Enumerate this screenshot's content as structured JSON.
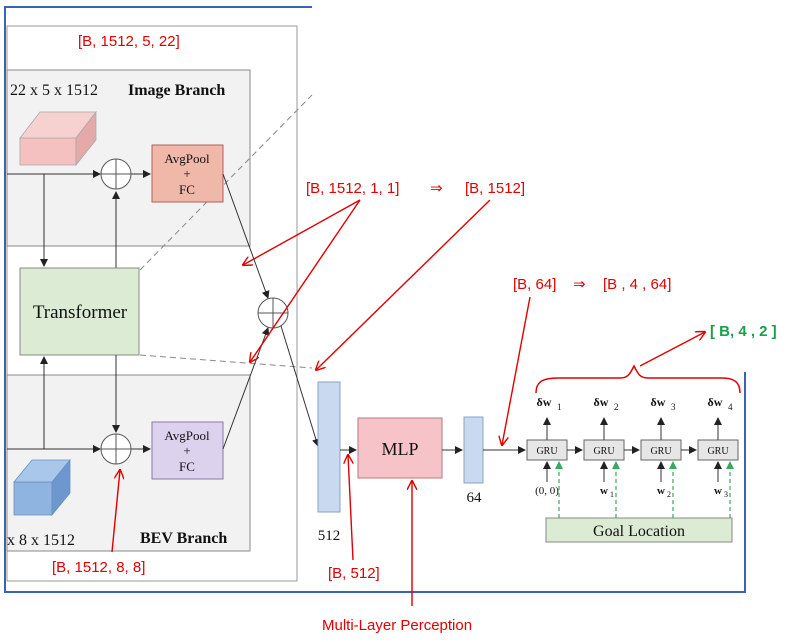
{
  "image_branch": {
    "title": "Image Branch",
    "feature_dims": "22 x 5 x 1512",
    "avgpool_label": "AvgPool",
    "plus_label": "+",
    "fc_label": "FC"
  },
  "bev_branch": {
    "title": "BEV Branch",
    "feature_dims": "x 8 x 1512",
    "avgpool_label": "AvgPool",
    "plus_label": "+",
    "fc_label": "FC"
  },
  "transformer": {
    "label": "Transformer"
  },
  "mlp": {
    "label": "MLP"
  },
  "dims": {
    "vec512": "512",
    "vec64": "64"
  },
  "gru": {
    "cells": [
      {
        "label": "GRU",
        "output": "δw",
        "output_sub": "1",
        "input": "(0, 0)",
        "input_sub": ""
      },
      {
        "label": "GRU",
        "output": "δw",
        "output_sub": "2",
        "input": "w",
        "input_sub": "1"
      },
      {
        "label": "GRU",
        "output": "δw",
        "output_sub": "3",
        "input": "w",
        "input_sub": "2"
      },
      {
        "label": "GRU",
        "output": "δw",
        "output_sub": "4",
        "input": "w",
        "input_sub": "3"
      }
    ]
  },
  "goal_location": {
    "label": "Goal Location"
  },
  "annotations": {
    "image_shape": "[B, 1512, 5, 22]",
    "pooled_shape": "[B, 1512, 1, 1]",
    "arrow_symbol": "⇒",
    "flat_shape": "[B, 1512]",
    "hidden_shape": "[B, 64]",
    "gru_shape": "[B , 4 , 64]",
    "output_shape": "[ B, 4 , 2 ]",
    "bev_shape": "[B, 1512, 8, 8]",
    "concat_shape": "[B, 512]",
    "mlp_caption": "Multi-Layer Perception"
  },
  "colors": {
    "annotation_red": "#e00000",
    "output_green": "#16a04a",
    "frame_blue": "#3a63b4",
    "image_feature": "#f4c0c0",
    "bev_feature": "#8fb4e0",
    "avgpool_image": "#f0b8a8",
    "avgpool_bev": "#ddd2ee",
    "transformer": "#dcebd4",
    "mlp": "#f6c4c8",
    "vector": "#c9d9ef",
    "goal": "#dcebd4"
  }
}
